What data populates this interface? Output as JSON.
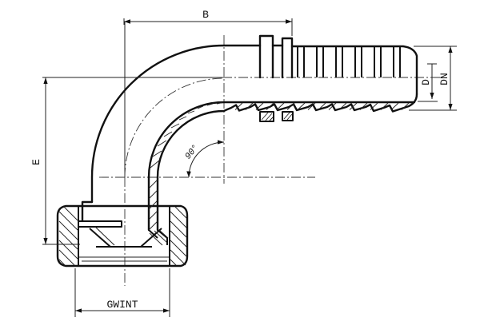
{
  "colors": {
    "background": "#ffffff",
    "ink": "#111111"
  },
  "labels": {
    "b": "B",
    "e": "E",
    "d": "D",
    "dn": "DN",
    "gwint": "GWINT",
    "angle": "90°"
  }
}
